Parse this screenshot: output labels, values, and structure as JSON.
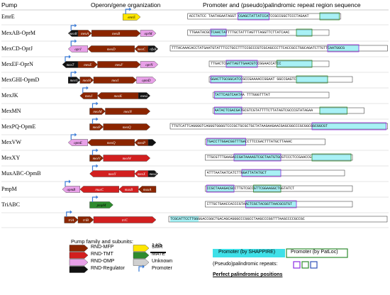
{
  "headers": {
    "pump": "Pump",
    "operon": "Operon/gene organization",
    "promoter": "Promoter and (pseudo)palindromic repeat region sequence"
  },
  "colors": {
    "mfp": "#8B2500",
    "tmt": "#D21F1F",
    "omp": "#E8A0E8",
    "reg": "#111111",
    "smr": "#FFE600",
    "mate": "#2E8B2E",
    "unknown": "#D0D0D0",
    "shap": "#3FE0E8",
    "patloc": "#2E8B2E",
    "pal1": "#8B2BE2",
    "pal2": "#2E8B2E",
    "pal3": "#3050B8",
    "arrow": "#3A7BD5"
  },
  "rows": [
    {
      "pump": "EmrE",
      "genes": [
        {
          "n": "emrE",
          "t": "smr",
          "x0": 0.315,
          "x1": 0.36,
          "dir": "r"
        }
      ],
      "seq": [
        {
          "x0": 0.485,
          "x1": 0.87,
          "t": "ACCTATCC TAATAGAATAGGT CGAGCTATTATCCATCCGCCGGCTCCCTAGAAT"
        }
      ],
      "pBoxes": [
        {
          "x0": 0.61,
          "x1": 0.69
        },
        {
          "x0": 0.82,
          "x1": 0.87
        }
      ]
    },
    {
      "pump": "MexAB-OprM",
      "genes": [
        {
          "n": "mexR",
          "t": "reg",
          "x0": 0.175,
          "x1": 0.2,
          "dir": "l"
        },
        {
          "n": "mexA",
          "t": "mfp",
          "x0": 0.2,
          "x1": 0.235,
          "dir": "r"
        },
        {
          "n": "mexB",
          "t": "mfp",
          "x0": 0.235,
          "x1": 0.36,
          "dir": "r"
        },
        {
          "n": "oprM",
          "t": "omp",
          "x0": 0.36,
          "x1": 0.4,
          "dir": "r"
        }
      ],
      "seq": [
        {
          "x0": 0.485,
          "x1": 0.84,
          "t": "TTGAATACGCTCAACTATTTTGCTATTTAGTTTAGGTTCTTATCAAC"
        }
      ],
      "pBoxes": [
        {
          "x0": 0.54,
          "x1": 0.58
        },
        {
          "x0": 0.76,
          "x1": 0.8
        }
      ]
    },
    {
      "pump": "MexCD-OprJ",
      "genes": [
        {
          "n": "oprJ",
          "t": "omp",
          "x0": 0.175,
          "x1": 0.225,
          "dir": "l"
        },
        {
          "n": "mexD",
          "t": "mfp",
          "x0": 0.225,
          "x1": 0.345,
          "dir": "l"
        },
        {
          "n": "mexC",
          "t": "mfp",
          "x0": 0.345,
          "x1": 0.38,
          "dir": "l"
        },
        {
          "n": "nfxB",
          "t": "reg",
          "x0": 0.38,
          "x1": 0.405,
          "dir": "r"
        }
      ],
      "seq": [
        {
          "x0": 0.44,
          "x1": 0.99,
          "t": "TTTACAAACACCTATGAATGTATTTCCTGCCTTTCCGCCCGTCGCAGCCCTTCACCGCCTGGCAGATCTTGTTCAATGGCG"
        }
      ],
      "pBoxes": [
        {
          "x0": 0.84,
          "x1": 0.92
        }
      ]
    },
    {
      "pump": "MexEF-OprN",
      "genes": [
        {
          "n": "mexT",
          "t": "reg",
          "x0": 0.16,
          "x1": 0.2,
          "dir": "l"
        },
        {
          "n": "mexE",
          "t": "mfp",
          "x0": 0.2,
          "x1": 0.25,
          "dir": "r"
        },
        {
          "n": "mexF",
          "t": "mfp",
          "x0": 0.25,
          "x1": 0.36,
          "dir": "r"
        },
        {
          "n": "oprN",
          "t": "omp",
          "x0": 0.36,
          "x1": 0.405,
          "dir": "r"
        }
      ],
      "seq": [
        {
          "x0": 0.54,
          "x1": 0.84,
          "t": "TTGACTCGATTAGTTGAACGTCCGGAACCATCC"
        }
      ],
      "pBoxes": [
        {
          "x0": 0.58,
          "x1": 0.66
        },
        {
          "x0": 0.71,
          "x1": 0.8
        }
      ]
    },
    {
      "pump": "MexGHI-OpmD",
      "genes": [
        {
          "n": "mexG",
          "t": "reg",
          "x0": 0.175,
          "x1": 0.205,
          "dir": "r"
        },
        {
          "n": "mexH",
          "t": "mfp",
          "x0": 0.205,
          "x1": 0.24,
          "dir": "r"
        },
        {
          "n": "mexI",
          "t": "mfp",
          "x0": 0.24,
          "x1": 0.35,
          "dir": "r"
        },
        {
          "n": "opmD",
          "t": "omp",
          "x0": 0.35,
          "x1": 0.4,
          "dir": "r"
        }
      ],
      "seq": [
        {
          "x0": 0.54,
          "x1": 0.9,
          "t": "GGACTTGCGGCATCCGCCGAAAACCGGAAT GGCCGAGTC"
        }
      ],
      "pBoxes": [
        {
          "x0": 0.54,
          "x1": 0.62
        },
        {
          "x0": 0.76,
          "x1": 0.84
        }
      ]
    },
    {
      "pump": "MexJK",
      "genes": [
        {
          "n": "mexJ",
          "t": "mfp",
          "x0": 0.205,
          "x1": 0.25,
          "dir": "l"
        },
        {
          "n": "mexK",
          "t": "mfp",
          "x0": 0.25,
          "x1": 0.355,
          "dir": "l"
        },
        {
          "n": "mexL",
          "t": "reg",
          "x0": 0.355,
          "x1": 0.385,
          "dir": "r"
        }
      ],
      "seq": [
        {
          "x0": 0.55,
          "x1": 0.84,
          "t": "TATTCAGTCAATAA TTTGGGTTTAT"
        }
      ],
      "pBoxes": [
        {
          "x0": 0.55,
          "x1": 0.62
        }
      ]
    },
    {
      "pump": "MexMN",
      "genes": [
        {
          "n": "mexM",
          "t": "mfp",
          "x0": 0.23,
          "x1": 0.27,
          "dir": "r"
        },
        {
          "n": "mexN",
          "t": "mfp",
          "x0": 0.27,
          "x1": 0.385,
          "dir": "r"
        }
      ],
      "seq": [
        {
          "x0": 0.55,
          "x1": 0.93,
          "t": "AATACTCGACGATGCGTCGTATTTTCTTATAGTCGCCCGTATAGAA"
        }
      ],
      "pBoxes": [
        {
          "x0": 0.55,
          "x1": 0.62
        },
        {
          "x0": 0.82,
          "x1": 0.89
        }
      ]
    },
    {
      "pump": "MexPQ-OpmE",
      "genes": [
        {
          "n": "mexP",
          "t": "mfp",
          "x0": 0.23,
          "x1": 0.265,
          "dir": "r"
        },
        {
          "n": "mexQ",
          "t": "mfp",
          "x0": 0.265,
          "x1": 0.385,
          "dir": "r"
        }
      ],
      "seq": [
        {
          "x0": 0.44,
          "x1": 0.99,
          "t": "TTGTCATTCAGGGGTCAGGGTGGGGTCCCGCTGCGCTGCTATAAGAAGAACGAGCGGCCCGCGGCGGCGGCGT"
        }
      ],
      "pBoxes": [
        {
          "x0": 0.8,
          "x1": 0.99
        }
      ]
    },
    {
      "pump": "MexVW",
      "genes": [
        {
          "n": "opmE",
          "t": "omp",
          "x0": 0.175,
          "x1": 0.225,
          "dir": "l"
        },
        {
          "n": "mexQ",
          "t": "mfp",
          "x0": 0.225,
          "x1": 0.345,
          "dir": "l"
        },
        {
          "n": "mexP",
          "t": "mfp",
          "x0": 0.345,
          "x1": 0.38,
          "dir": "l"
        },
        {
          "n": "",
          "t": "reg",
          "x0": 0.38,
          "x1": 0.4,
          "dir": "r"
        }
      ],
      "seq": [
        {
          "x0": 0.53,
          "x1": 0.83,
          "t": "TGACCTTGGACGGTTTGACCTTCCGACTTTATGCTTAAAC"
        }
      ],
      "pBoxes": [
        {
          "x0": 0.53,
          "x1": 0.63
        }
      ]
    },
    {
      "pump": "MexXY",
      "genes": [
        {
          "n": "mexV",
          "t": "mfp",
          "x0": 0.23,
          "x1": 0.265,
          "dir": "r"
        },
        {
          "n": "mexW",
          "t": "tmt",
          "x0": 0.265,
          "x1": 0.385,
          "dir": "r"
        }
      ],
      "seq": [
        {
          "x0": 0.53,
          "x1": 0.9,
          "t": "TTGCGTTTGAAGACCGATAAAAGTCGCTAATGTGCGTCCCTCCGAACCG"
        }
      ],
      "pBoxes": [
        {
          "x0": 0.6,
          "x1": 0.72
        },
        {
          "x0": 0.8,
          "x1": 0.9
        }
      ]
    },
    {
      "pump": "MuxABC-OpmB",
      "genes": [
        {
          "n": "mexY",
          "t": "tmt",
          "x0": 0.23,
          "x1": 0.345,
          "dir": "l"
        },
        {
          "n": "mexX",
          "t": "tmt",
          "x0": 0.345,
          "x1": 0.38,
          "dir": "l"
        },
        {
          "n": "mexZ",
          "t": "reg",
          "x0": 0.38,
          "x1": 0.405,
          "dir": "r"
        }
      ],
      "seq": [
        {
          "x0": 0.53,
          "x1": 0.88,
          "t": "ATTTAATAATCATCTTGGATTATATGCT"
        }
      ],
      "pBoxes": [
        {
          "x0": 0.62,
          "x1": 0.72
        }
      ]
    },
    {
      "pump": "PmpM",
      "genes": [
        {
          "n": "opmB",
          "t": "omp",
          "x0": 0.16,
          "x1": 0.205,
          "dir": "l"
        },
        {
          "n": "muxC",
          "t": "tmt",
          "x0": 0.205,
          "x1": 0.305,
          "dir": "l"
        },
        {
          "n": "muxB",
          "t": "tmt",
          "x0": 0.305,
          "x1": 0.355,
          "dir": "l"
        },
        {
          "n": "muxA",
          "t": "mfp",
          "x0": 0.355,
          "x1": 0.4,
          "dir": "l"
        }
      ],
      "seq": [
        {
          "x0": 0.53,
          "x1": 0.9,
          "t": "CCGCTAAAGACGCCTTGTCGCCGTTCGGAAGGCTGGTATCT"
        }
      ],
      "pBoxes": [
        {
          "x0": 0.53,
          "x1": 0.6
        },
        {
          "x0": 0.65,
          "x1": 0.72
        }
      ]
    },
    {
      "pump": "TriABC",
      "genes": [
        {
          "n": "pmpM",
          "t": "mate",
          "x0": 0.23,
          "x1": 0.29,
          "dir": "r"
        }
      ],
      "seq": [
        {
          "x0": 0.53,
          "x1": 0.9,
          "t": "CTTGCTGAACCACCCGTAACTCGCTACGGTTAACGCGTGT"
        }
      ],
      "pBoxes": [
        {
          "x0": 0.63,
          "x1": 0.76
        }
      ]
    }
  ],
  "triRow": {
    "genes": [
      {
        "n": "triA",
        "t": "mfp",
        "x0": 0.165,
        "x1": 0.2,
        "dir": "r"
      },
      {
        "n": "triB",
        "t": "mfp",
        "x0": 0.2,
        "x1": 0.24,
        "dir": "r"
      },
      {
        "n": "triC",
        "t": "tmt",
        "x0": 0.24,
        "x1": 0.4,
        "dir": "r"
      }
    ],
    "seq": "TCGCATTCCTTGGGGACCGGCTGACAGCAGGGCCCGGCCTAAGCCCGGTTTAAGCCCCGCCGC"
  },
  "legend": {
    "title": "Pump family and subunits:",
    "items": [
      {
        "label": "RND-MFP",
        "t": "mfp"
      },
      {
        "label": "RND-TMT",
        "t": "tmt"
      },
      {
        "label": "RND-OMP",
        "t": "omp"
      },
      {
        "label": "RND-Regulator",
        "t": "reg"
      }
    ],
    "items2": [
      {
        "label": "SMR",
        "t": "smr"
      },
      {
        "label": "MATE",
        "t": "mate"
      },
      {
        "label": "Unknown",
        "t": "unknown"
      },
      {
        "label": "Promoter",
        "t": "arrow"
      }
    ],
    "kb": "1 Kb",
    "shap": "Promoter (by SHAPPIRE)",
    "patloc": "Promoter (by PatLoc)",
    "pal": "(Pseudo)palindromic repeats:",
    "perfect": "Perfect palindromic positions"
  }
}
